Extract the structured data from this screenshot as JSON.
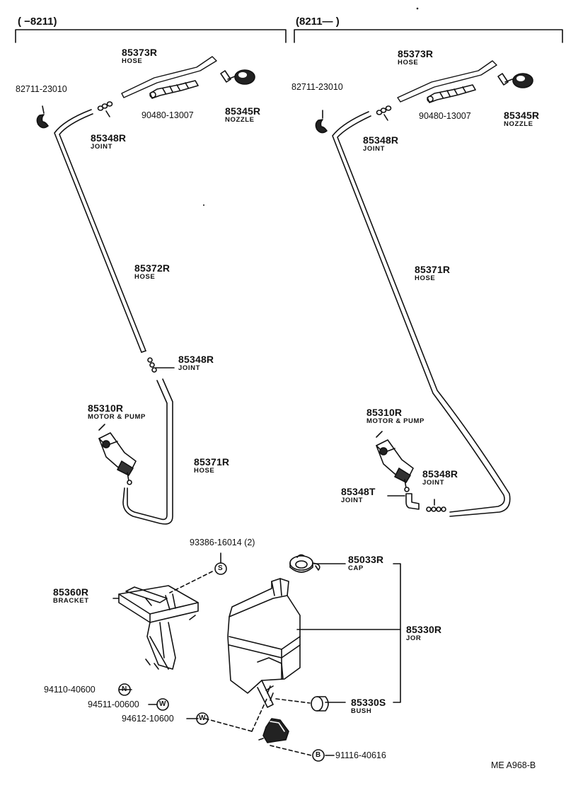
{
  "diagram": {
    "ranges": {
      "left": "(     −8211)",
      "right": "(8211—        )"
    },
    "reference_code": "ME  A968-B",
    "left_panel": {
      "hose_top": {
        "part": "85373R",
        "desc": "HOSE"
      },
      "clip": {
        "part": "82711-23010"
      },
      "joint_top": {
        "part": "85348R",
        "desc": "JOINT"
      },
      "nozzle_hose": {
        "part": "90480-13007"
      },
      "nozzle": {
        "part": "85345R",
        "desc": "NOZZLE"
      },
      "hose_long": {
        "part": "85372R",
        "desc": "HOSE"
      },
      "joint_mid": {
        "part": "85348R",
        "desc": "JOINT"
      },
      "pump": {
        "part": "85310R",
        "desc": "MOTOR & PUMP"
      },
      "hose_lower": {
        "part": "85371R",
        "desc": "HOSE"
      }
    },
    "right_panel": {
      "hose_top": {
        "part": "85373R",
        "desc": "HOSE"
      },
      "clip": {
        "part": "82711-23010"
      },
      "joint_top": {
        "part": "85348R",
        "desc": "JOINT"
      },
      "nozzle_hose": {
        "part": "90480-13007"
      },
      "nozzle": {
        "part": "85345R",
        "desc": "NOZZLE"
      },
      "hose_long": {
        "part": "85371R",
        "desc": "HOSE"
      },
      "pump": {
        "part": "85310R",
        "desc": "MOTOR & PUMP"
      },
      "joint_low": {
        "part": "85348R",
        "desc": "JOINT"
      },
      "joint_t": {
        "part": "85348T",
        "desc": "JOINT"
      }
    },
    "tank_section": {
      "screw": {
        "part": "93386-16014 (2)",
        "symbol": "S"
      },
      "bracket": {
        "part": "85360R",
        "desc": "BRACKET"
      },
      "cap": {
        "part": "85033R",
        "desc": "CAP"
      },
      "jar": {
        "part": "85330R",
        "desc": "JOR"
      },
      "bush": {
        "part": "85330S",
        "desc": "BUSH"
      },
      "nut": {
        "part": "94110-40600",
        "symbol": "N"
      },
      "washer1": {
        "part": "94511-00600",
        "symbol": "W"
      },
      "washer2": {
        "part": "94612-10600",
        "symbol": "W"
      },
      "bolt": {
        "part": "91116-40616",
        "symbol": "B"
      }
    }
  }
}
